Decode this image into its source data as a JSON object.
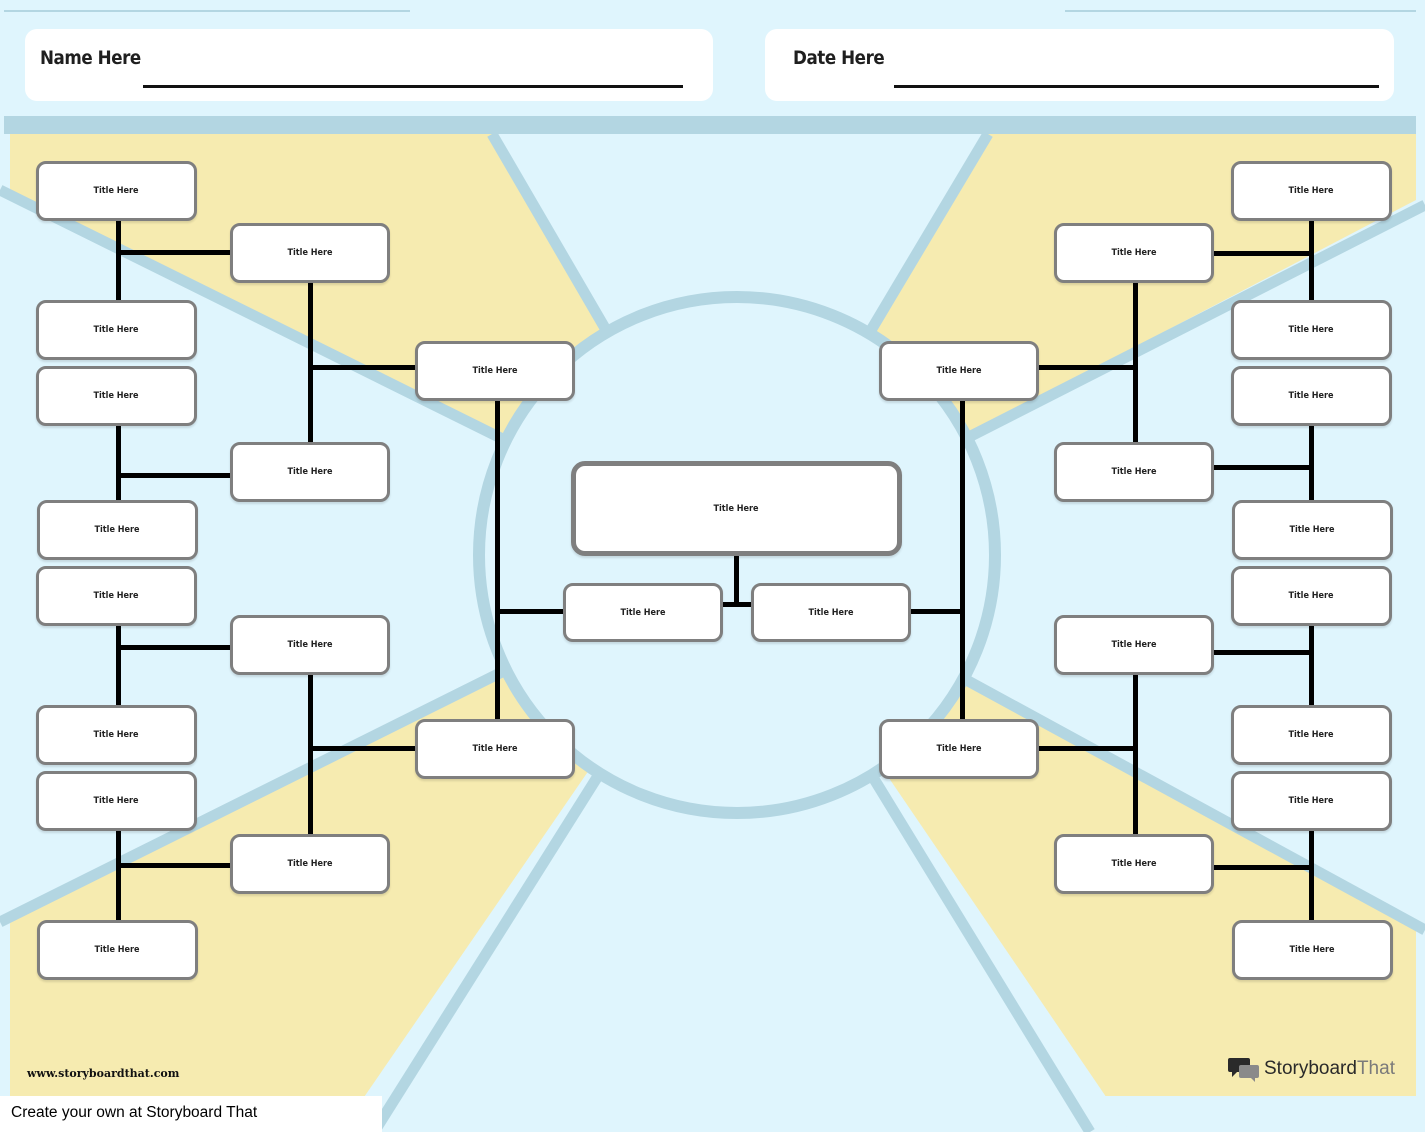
{
  "header": {
    "name_label": "Name Here",
    "date_label": "Date Here"
  },
  "center": {
    "title": "Title Here"
  },
  "boxes": {
    "center_left": "Title Here",
    "center_right": "Title Here",
    "left_r3_top": "Title Here",
    "left_r3_bottom": "Title Here",
    "left_r2": [
      "Title Here",
      "Title Here",
      "Title Here",
      "Title Here"
    ],
    "left_r1": [
      "Title Here",
      "Title Here",
      "Title Here",
      "Title Here",
      "Title Here",
      "Title Here",
      "Title Here",
      "Title Here"
    ],
    "right_r3_top": "Title Here",
    "right_r3_bottom": "Title Here",
    "right_r2": [
      "Title Here",
      "Title Here",
      "Title Here",
      "Title Here"
    ],
    "right_r1": [
      "Title Here",
      "Title Here",
      "Title Here",
      "Title Here",
      "Title Here",
      "Title Here",
      "Title Here",
      "Title Here"
    ]
  },
  "footer": {
    "url": "www.storyboardthat.com",
    "cta": "Create your own at Storyboard That",
    "brand_part1": "Storyboard",
    "brand_part2": "That"
  },
  "colors": {
    "sky": "#dff5fd",
    "sand": "#f6ebb0",
    "ray": "#b3d6e2",
    "box_border": "#7f7f7f",
    "connector": "#000000"
  },
  "icons": {
    "logo": "speech-bubbles-icon"
  }
}
